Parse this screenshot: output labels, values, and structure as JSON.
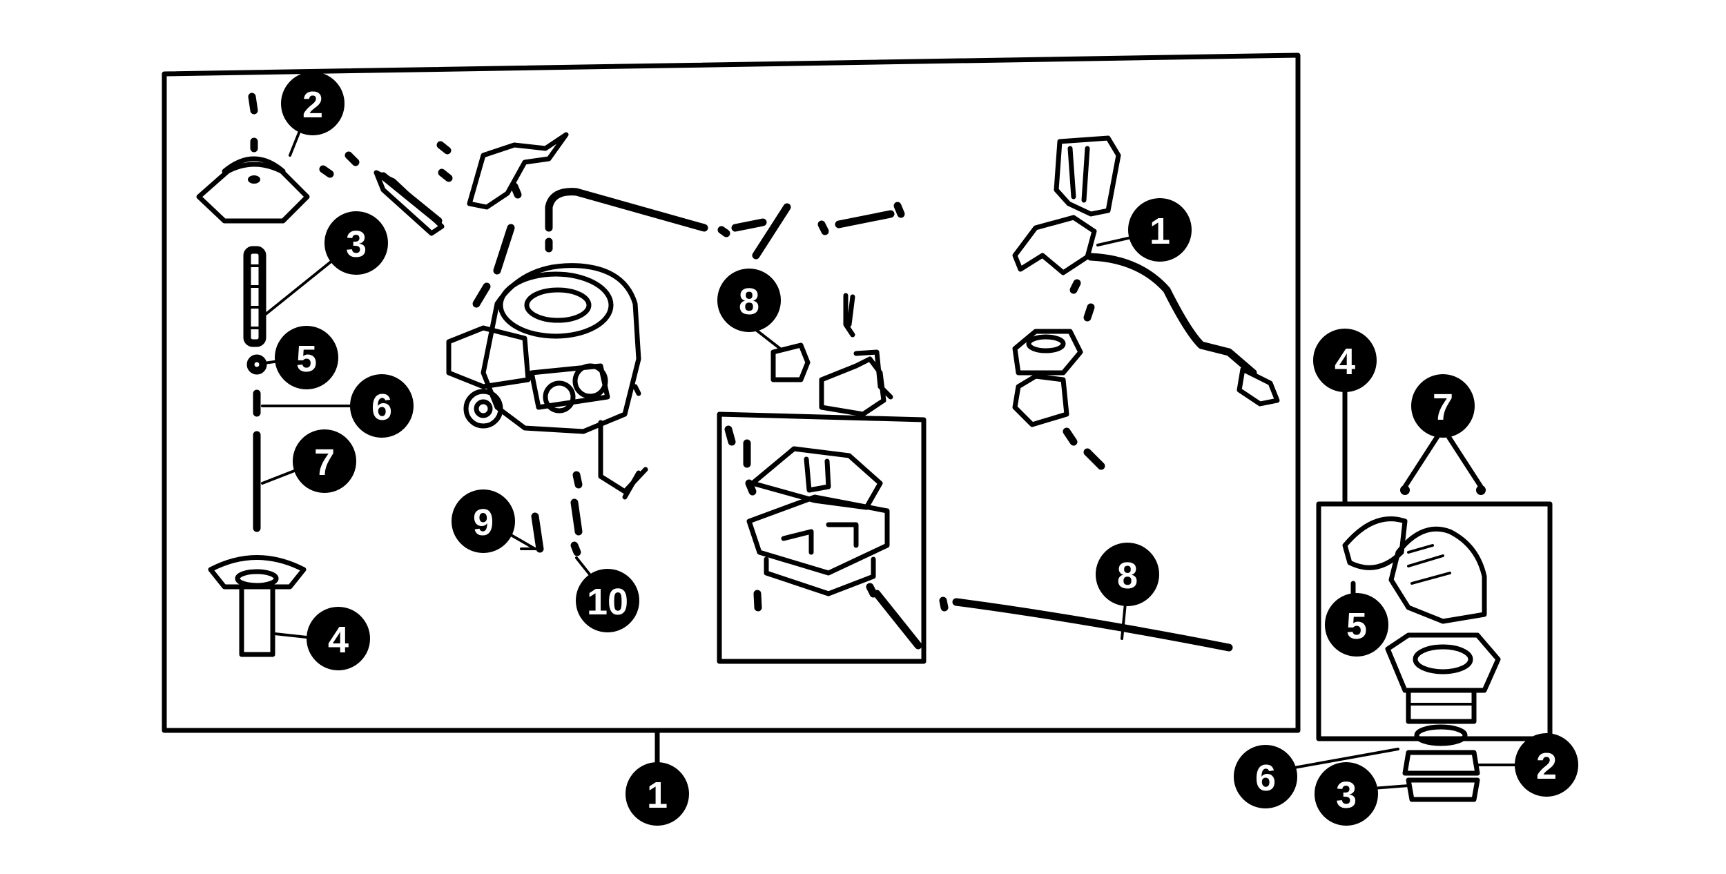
{
  "callouts": {
    "main_assembly": "1",
    "main_cap": "2",
    "main_spring": "3",
    "main_holder": "4",
    "main_clip": "5",
    "main_ring": "6",
    "main_needle": "7",
    "main_fuel_pipe": "8",
    "main_jet": "9",
    "main_screw": "10",
    "main_choke": "1",
    "main_hose": "8",
    "side_4": "4",
    "side_7": "7",
    "side_5": "5",
    "side_6": "6",
    "side_3": "3",
    "side_2": "2"
  }
}
